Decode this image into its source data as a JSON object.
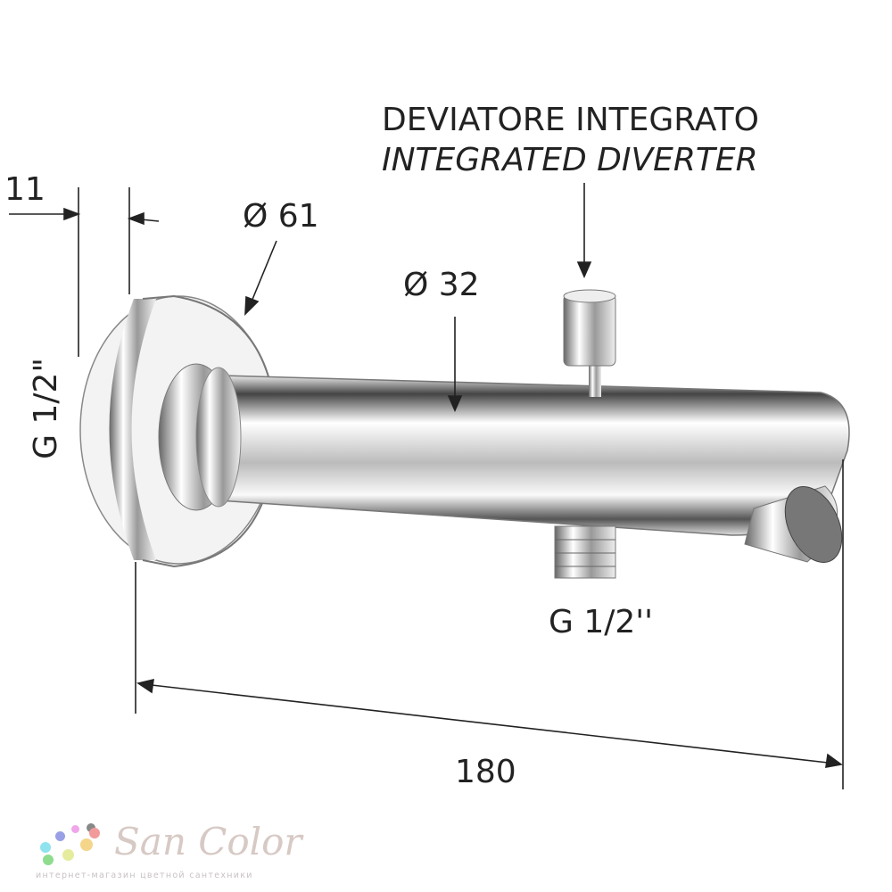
{
  "labels": {
    "diverter_it": "DEVIATORE INTEGRATO",
    "diverter_en": "INTEGRATED DIVERTER",
    "flange_depth": "11",
    "flange_diameter": "Ø 61",
    "tube_diameter": "Ø 32",
    "inlet_thread": "G 1/2\"",
    "outlet_thread": "G 1/2''",
    "length": "180"
  },
  "logo": {
    "name": "San Color",
    "tagline": "интернет-магазин цветной сантехники",
    "dot_colors": [
      "#9aa0e6",
      "#f0a6e8",
      "#888888",
      "#f29a9a",
      "#8fe3ee",
      "#f5d58a",
      "#8fdc8f",
      "#e6ec9e"
    ]
  }
}
